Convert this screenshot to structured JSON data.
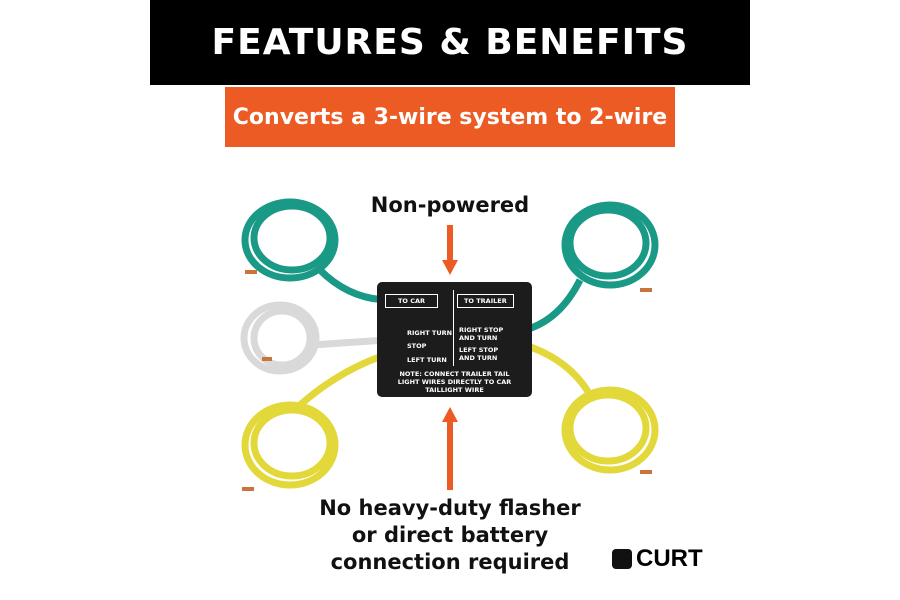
{
  "header": {
    "title": "FEATURES & BENEFITS"
  },
  "banner": {
    "text": "Converts a 3-wire system to 2-wire"
  },
  "callouts": {
    "top": "Non-powered",
    "bottom": [
      "No heavy-duty flasher",
      "or direct battery",
      "connection required"
    ]
  },
  "module": {
    "to_car": "TO CAR",
    "to_trailer": "TO TRAILER",
    "right_turn": "RIGHT TURN",
    "stop": "STOP",
    "left_turn": "LEFT TURN",
    "right_stop": "RIGHT STOP",
    "and_turn": "AND TURN",
    "left_stop": "LEFT STOP",
    "and_turn2": "AND TURN",
    "note": [
      "NOTE: CONNECT TRAILER TAIL",
      "LIGHT WIRES DIRECTLY TO CAR",
      "TAILLIGHT WIRE"
    ]
  },
  "brand": {
    "name": "CURT"
  },
  "colors": {
    "orange": "#ec5b24",
    "green": "#1a9a86",
    "white": "#e6e6e6",
    "yellow": "#e8de3a"
  }
}
